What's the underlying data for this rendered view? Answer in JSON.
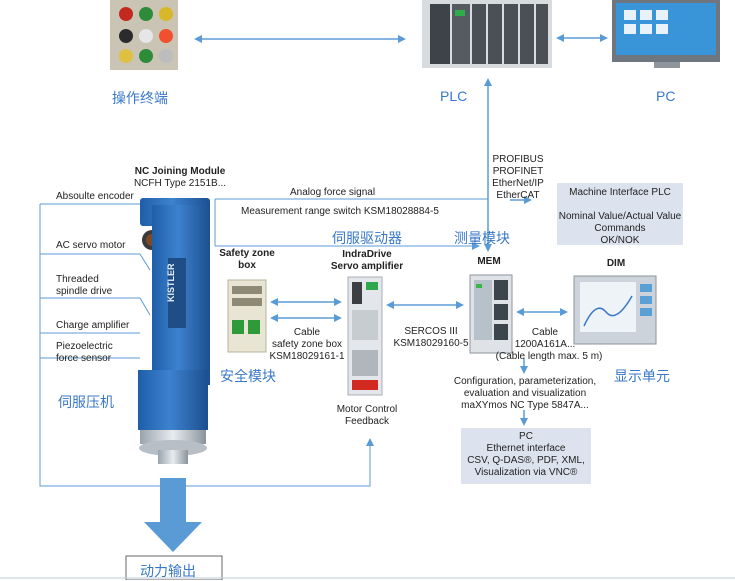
{
  "top": {
    "hmi_label": "操作终端",
    "plc_label": "PLC",
    "pc_label": "PC"
  },
  "module": {
    "title": "NC Joining Module",
    "subtitle": "NCFH Type 2151B...",
    "brand": "KISTLER"
  },
  "callouts": {
    "encoder": "Absoulte encoder",
    "servo_motor": "AC servo motor",
    "spindle_1": "Threaded",
    "spindle_2": "spindle drive",
    "charge_amp": "Charge amplifier",
    "piezo_1": "Piezoelectric",
    "piezo_2": "force sensor",
    "servo_press_cn": "伺服压机"
  },
  "signals": {
    "analog_force": "Analog force signal",
    "measurement_switch": "Measurement range switch KSM18028884-5"
  },
  "safety": {
    "title_1": "Safety zone",
    "title_2": "box",
    "cable_1": "Cable",
    "cable_2": "safety zone box",
    "cable_3": "KSM18029161-1",
    "cn": "安全模块"
  },
  "servo_amp": {
    "cn": "伺服驱动器",
    "title_1": "IndraDrive",
    "title_2": "Servo amplifier",
    "feedback_1": "Motor Control",
    "feedback_2": "Feedback"
  },
  "sercos": {
    "line_1": "SERCOS III",
    "line_2": "KSM18029160-5"
  },
  "fieldbus": {
    "line_1": "PROFIBUS",
    "line_2": "PROFINET",
    "line_3": "EtherNet/IP",
    "line_4": "EtherCAT"
  },
  "mem": {
    "cn": "测量模块",
    "title": "MEM"
  },
  "machine_interface": {
    "title": "Machine Interface PLC",
    "line_1": "Nominal Value/Actual Value",
    "line_2": "Commands",
    "line_3": "OK/NOK"
  },
  "dim": {
    "title": "DIM",
    "cable_1": "Cable",
    "cable_2": "1200A161A...",
    "cable_3": "(Cable length max. 5 m)",
    "cn": "显示单元"
  },
  "config": {
    "line_1": "Configuration, parameterization,",
    "line_2": "evaluation and visualization",
    "line_3": "maXYmos NC Type 5847A..."
  },
  "pc_box": {
    "title": "PC",
    "line_1": "Ethernet interface",
    "line_2": "CSV, Q-DAS®, PDF, XML,",
    "line_3": "Visualization via VNC®"
  },
  "output": {
    "label": "动力输出"
  },
  "colors": {
    "accent_blue": "#3a78c8",
    "arrow_blue": "#5b9bd5",
    "panel": "#dde3ee",
    "module_blue": "#2f6fb8"
  }
}
